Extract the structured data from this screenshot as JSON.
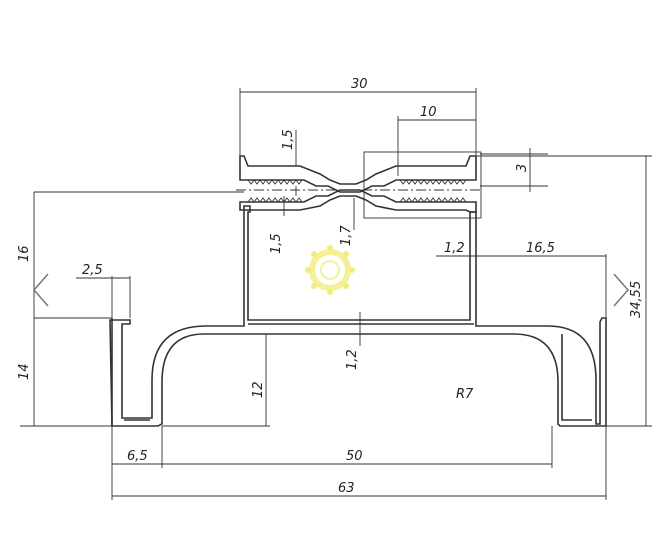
{
  "drawing": {
    "dimensions": {
      "d30": "30",
      "d10": "10",
      "d3": "3",
      "d15_top": "1,5",
      "d15_bottom": "1,5",
      "d17": "1,7",
      "d12_wall": "1,2",
      "d165": "16,5",
      "d16": "16",
      "d25": "2,5",
      "d14": "14",
      "d3455": "34,55",
      "d12_center": "1,2",
      "d12_height": "12",
      "r7": "R7",
      "d65": "6,5",
      "d50": "50",
      "d63": "63"
    }
  },
  "viewer": {
    "prev_icon": "chevron-left-icon",
    "next_icon": "chevron-right-icon",
    "loading_icon": "spinner-icon",
    "accent_color": "#f2ec7a"
  }
}
